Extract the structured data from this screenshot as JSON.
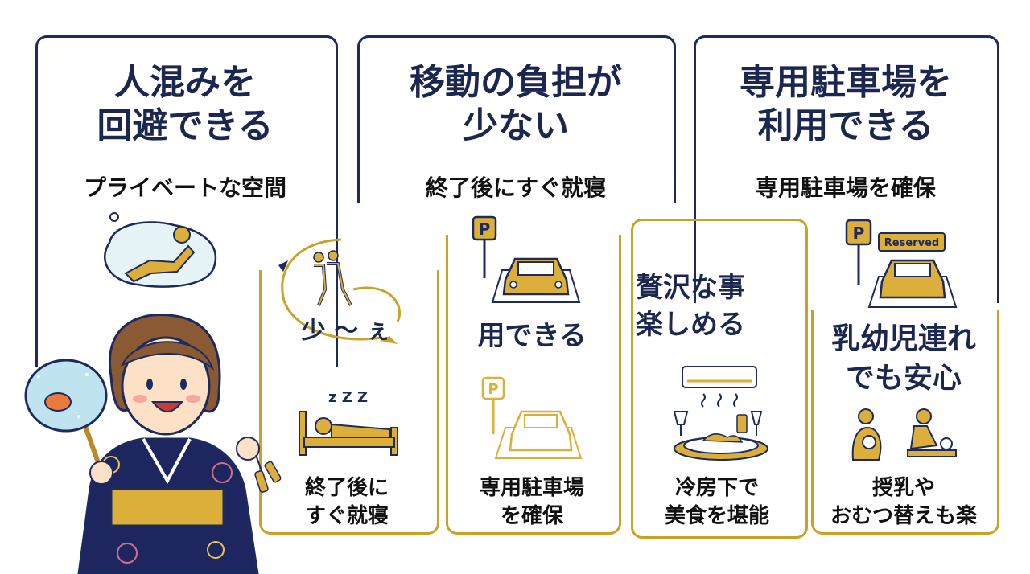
{
  "colors": {
    "navy": "#1c2a5c",
    "gold": "#c9a227",
    "icon_gold": "#dcae3a",
    "yukata": "#1e2660"
  },
  "panels": [
    {
      "title": "人混みを\n回避できる",
      "subtitle": "プライベートな空間",
      "icon": "relaxing-person-bubble-icon"
    },
    {
      "title": "移動の負担が\n少ない",
      "subtitle": "終了後にすぐ就寝",
      "icon": "parking-car-icon"
    },
    {
      "title": "専用駐車場を\n利用できる",
      "subtitle": "専用駐車場を確保",
      "icon": "reserved-parking-icon",
      "sign_text": "Reserved"
    }
  ],
  "overlays": {
    "crowd_text": "少 〜 ぇ",
    "parking_text": "用できる",
    "luxury_text": "贅沢な事\n楽しめる",
    "family_text": "乳幼児連れ\nでも安心"
  },
  "cards": [
    {
      "label": "終了後に\nすぐ就寝",
      "icon": "sleeping-person-icon",
      "zz": "z Z Z"
    },
    {
      "label": "専用駐車場\nを確保",
      "icon": "parking-car-outline-icon"
    },
    {
      "label": "冷房下で\n美食を堪能",
      "icon": "aircon-dinner-icon"
    },
    {
      "label": "授乳や\nおむつ替えも楽",
      "icon": "nursing-diaper-icon"
    }
  ],
  "character": {
    "icon": "woman-in-yukata-icon"
  }
}
